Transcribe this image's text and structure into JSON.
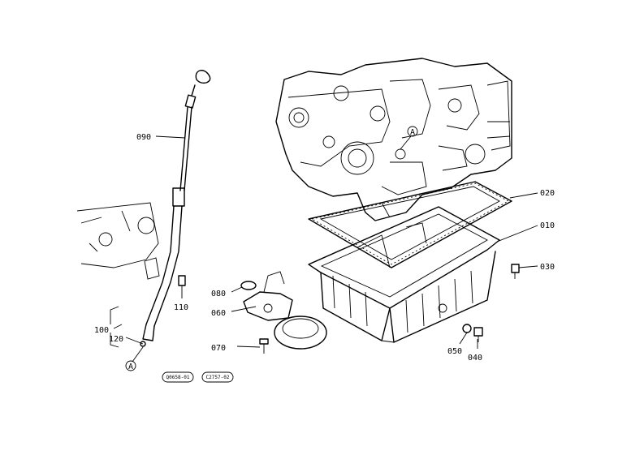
{
  "labels": {
    "p010": "010",
    "p020": "020",
    "p030": "030",
    "p040": "040",
    "p050": "050",
    "p060": "060",
    "p070": "070",
    "p080": "080",
    "p090": "090",
    "p100": "100",
    "p110": "110",
    "p120": "120",
    "ref_a_engine": "A",
    "ref_a_dipstick": "A"
  },
  "footer_codes": {
    "code_left": "Q0658-01",
    "code_right": "C2757-02"
  }
}
